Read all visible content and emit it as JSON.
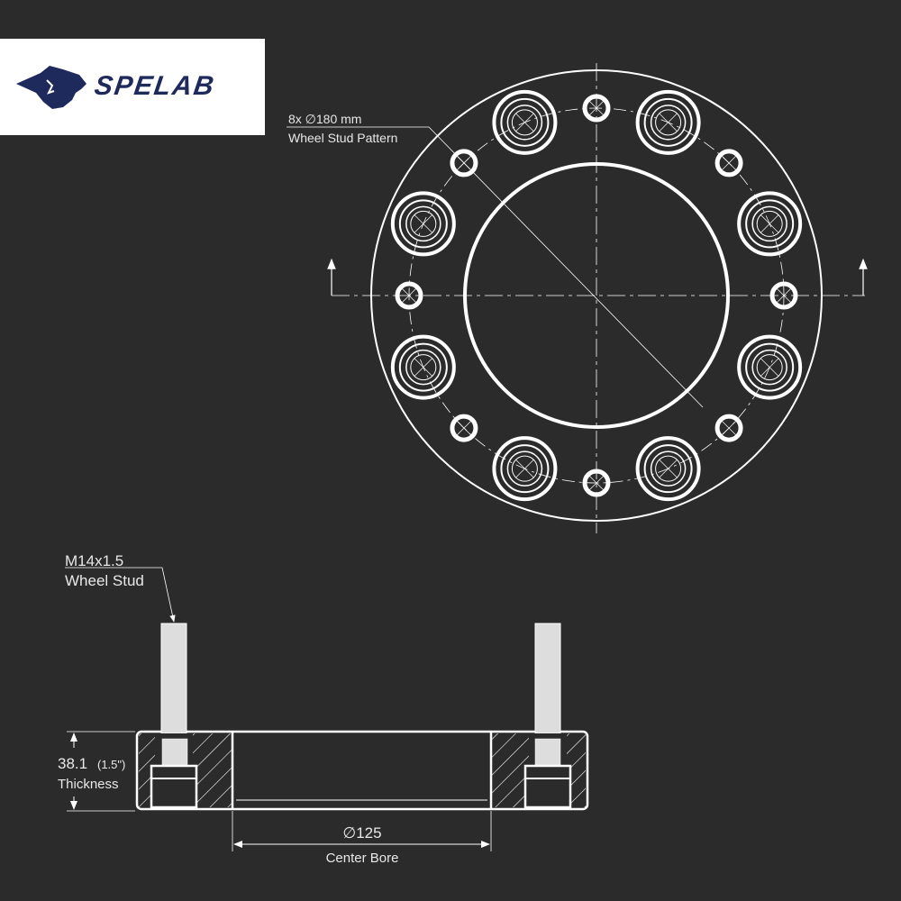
{
  "logo": {
    "text": "SPELAB",
    "color": "#1f2a5c"
  },
  "top_view": {
    "pattern_label": "8x ∅180 mm",
    "pattern_caption": "Wheel Stud  Pattern",
    "stud_count": 8,
    "through_hole_count": 8
  },
  "side_view": {
    "stud_label": "M14x1.5",
    "stud_caption": "Wheel Stud",
    "thickness_value": "38.1",
    "thickness_inch": "(1.5\")",
    "thickness_caption": "Thickness",
    "bore_value": "∅125",
    "bore_caption": "Center Bore"
  },
  "colors": {
    "background": "#2b2b2b",
    "line": "#ffffff"
  }
}
